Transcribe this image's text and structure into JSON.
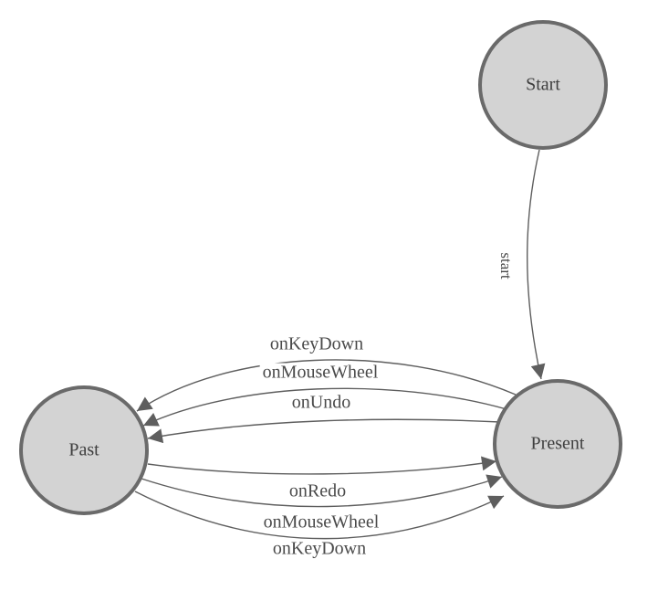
{
  "diagram": {
    "type": "state-machine",
    "nodes": [
      {
        "id": "start",
        "label": "Start"
      },
      {
        "id": "present",
        "label": "Present"
      },
      {
        "id": "past",
        "label": "Past"
      }
    ],
    "edges": [
      {
        "from": "Start",
        "to": "Present",
        "label": "start"
      },
      {
        "from": "Present",
        "to": "Past",
        "label": "onKeyDown"
      },
      {
        "from": "Present",
        "to": "Past",
        "label": "onMouseWheel"
      },
      {
        "from": "Present",
        "to": "Past",
        "label": "onUndo"
      },
      {
        "from": "Past",
        "to": "Present",
        "label": "onRedo"
      },
      {
        "from": "Past",
        "to": "Present",
        "label": "onMouseWheel"
      },
      {
        "from": "Past",
        "to": "Present",
        "label": "onKeyDown"
      }
    ]
  },
  "colors": {
    "background": "#ffffff",
    "node_fill": "#d3d3d3",
    "node_stroke": "#6a6a6a",
    "edge_stroke": "#5e5e5e",
    "arrowhead_fill": "#5e5e5e",
    "label_text": "#3f3f3f"
  }
}
